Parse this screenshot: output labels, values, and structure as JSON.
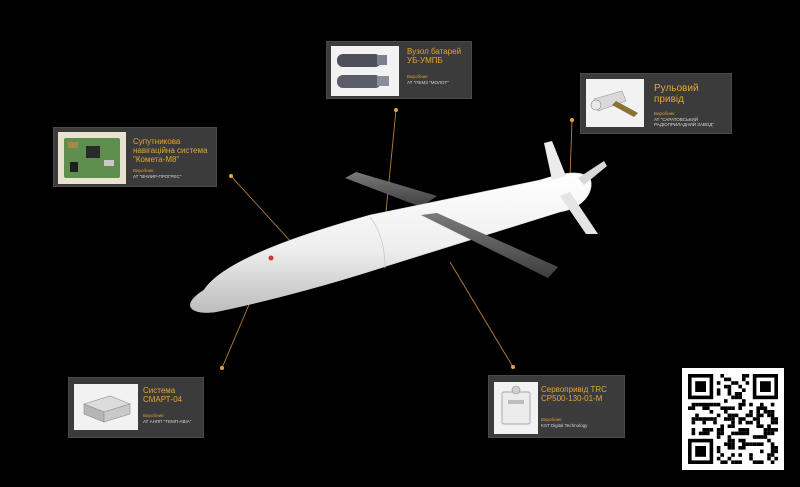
{
  "cards": {
    "gnss": {
      "title": "Супутникова\nнавігаційна система\n\"Комета-М8\"",
      "maker_label": "Виробник:",
      "maker": "АТ \"ВНИИР-ПРОГРЕС\""
    },
    "battery": {
      "title": "Вузол батарей\nУБ-УМПБ",
      "maker_label": "Виробник:",
      "maker": "АТ \"ПЕМЗ \"МОЛОТ\""
    },
    "actuator": {
      "title": "Рульовий\nпривід",
      "maker_label": "Виробник:",
      "maker": "АТ \"САРАТОВСЬКИЙ\nРАДІОПРИЛАДНИЙ ЗАВОД\""
    },
    "smart": {
      "title": "Система\nСМАРТ-04",
      "maker_label": "Виробник:",
      "maker": "АТ АНПП \"ТЕМП-АВІА\""
    },
    "servo": {
      "title": "Сервопривід TRC\nCP500-130-01-M",
      "maker_label": "Виробник:",
      "maker": "KST Digital Technology"
    }
  },
  "colors": {
    "background": "#000000",
    "card": "#3b3b3b",
    "accent": "#e0a63a",
    "leader": "#c98a3a"
  },
  "icons": {
    "qr": "qr-code"
  }
}
